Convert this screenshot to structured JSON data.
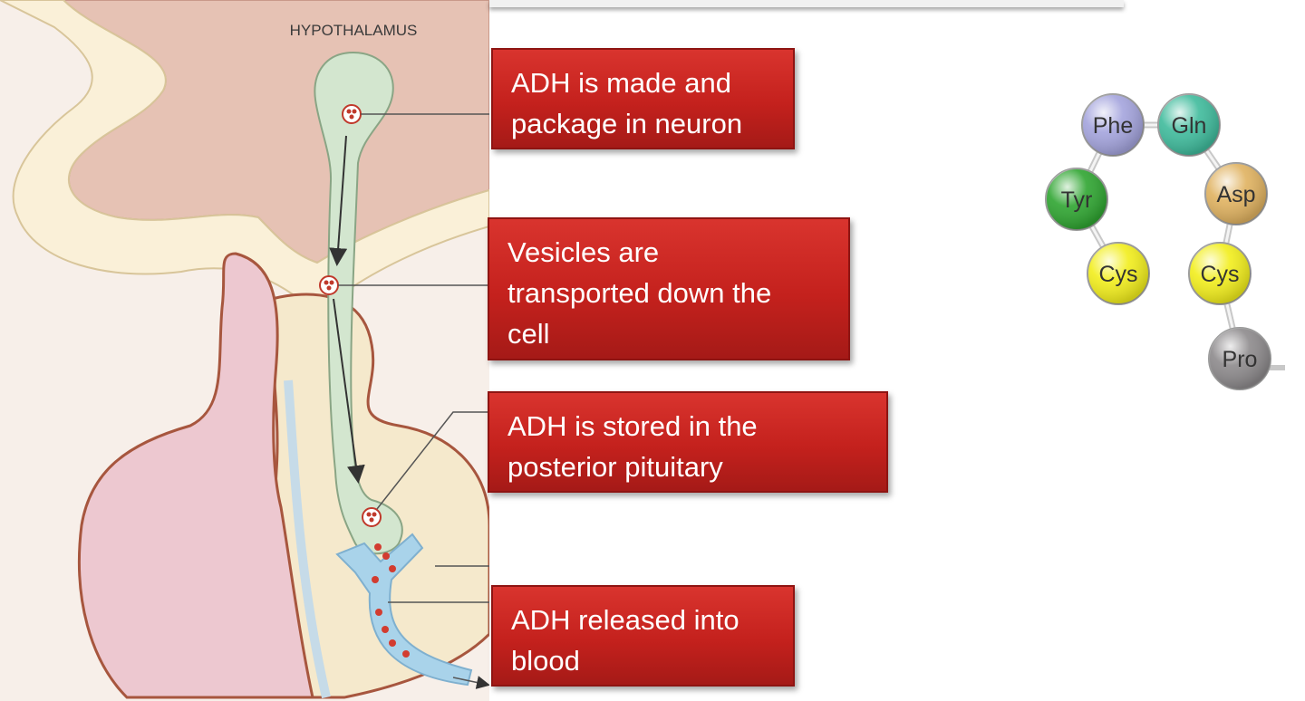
{
  "diagram": {
    "region_label": "HYPOTHALAMUS",
    "steps": [
      {
        "id": "made",
        "lines": [
          "ADH is made and",
          "package in neuron"
        ]
      },
      {
        "id": "transported",
        "lines": [
          "Vesicles are",
          "transported down the",
          "cell"
        ]
      },
      {
        "id": "stored",
        "lines": [
          "ADH is stored in the",
          "posterior pituitary"
        ]
      },
      {
        "id": "released",
        "lines": [
          "ADH released into",
          "blood"
        ]
      }
    ],
    "peptide": {
      "residues": [
        "Phe",
        "Gln",
        "Tyr",
        "Asp",
        "Cys",
        "Cys",
        "Pro"
      ]
    }
  },
  "colors": {
    "callout": "#c4211d",
    "neuron": "#d3e6cf",
    "blood_vessel": "#a9d3ea",
    "hypothalamus_tissue": "#e6c2b4",
    "pituitary_anterior": "#edc8d0",
    "pituitary_posterior": "#f5e9cc",
    "Phe": "#a4a4dd",
    "Gln": "#3fbb9c",
    "Tyr": "#2fa531",
    "Asp": "#e0b260",
    "Cys": "#f2ee1c",
    "Pro": "#8d8a8c"
  }
}
